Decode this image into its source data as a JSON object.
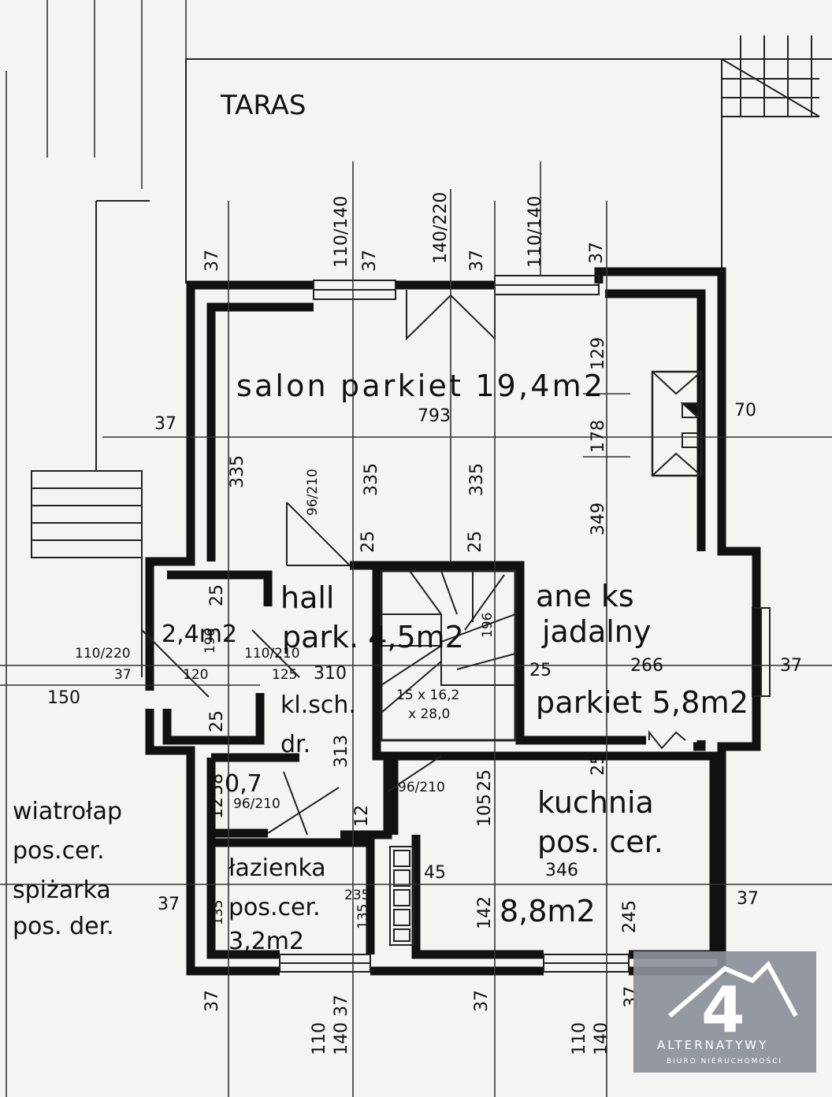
{
  "labels": {
    "taras": "TARAS",
    "salon_line": "salon  parkiet  19,4m2",
    "hall": "hall",
    "hall_area": "park. 4,5m2",
    "left_area": "2,4m2",
    "aneks": "ane ks",
    "jadalny": "jadalny",
    "aneks_area": "parkiet 5,8m2",
    "klsch": "kl.sch.",
    "dr": "dr.",
    "wc_area": "0,7",
    "kuchnia": "kuchnia",
    "kuchnia_floor": "pos. cer.",
    "kuchnia_area": "8,8m2",
    "lazienka": "łazienka",
    "lazienka_floor": "pos.cer.",
    "lazienka_area": "3,2m2",
    "wiatrolap": "wiatrołap",
    "wiatrolap_floor": "pos.cer.",
    "spizarka": "spiżarka",
    "spizarka_floor": "pos. der.",
    "stairs": "15 x 16,2",
    "stairs2": "x 28,0"
  },
  "dimensions": {
    "d37_top_left": "37",
    "d110_140_a": "110/140",
    "d37_top_b": "37",
    "d140_220": "140/220",
    "d37_top_c": "37",
    "d110_140_b": "110/140",
    "d37_top_d": "37",
    "d793": "793",
    "d129": "129",
    "d70": "70",
    "d37_left": "37",
    "d178": "178",
    "d335_a": "335",
    "d335_b": "335",
    "d335_c": "335",
    "d96_210_a": "96/210",
    "d349": "349",
    "d25_a": "25",
    "d25_b": "25",
    "d25_c": "25",
    "d196_a": "196",
    "d196_b": "196",
    "d110_220": "110/220",
    "d110_210": "110/210",
    "d37_mid": "37",
    "d120": "120",
    "d125": "125",
    "d310": "310",
    "d150": "150",
    "d25_d": "25",
    "d266": "266",
    "d37_right": "37",
    "d313": "313",
    "d25_e": "25",
    "d58": "58",
    "d96_210_b": "96/210",
    "d96_210_c": "96/210",
    "d12_a": "12",
    "d12_b": "12",
    "d105": "105",
    "d25_f": "25",
    "d25_g": "25",
    "d45": "45",
    "d346": "346",
    "d37_bl": "37",
    "d135_a": "135",
    "d235": "235",
    "d135_b": "135",
    "d142": "142",
    "d245": "245",
    "d37_br": "37",
    "d37_b1": "37",
    "d110_b": "110",
    "d140_37": "140 37",
    "d37_b2": "37",
    "d110_c": "110",
    "d140_c": "140",
    "d37_b3": "37"
  },
  "logo": {
    "mark": "4",
    "name": "ALTERNATYWY",
    "tagline": "BIURO NIERUCHOMOŚCI"
  },
  "colors": {
    "ink": "#111111",
    "paper": "#f4f4f2",
    "logo_bg": "#8b8f99"
  }
}
